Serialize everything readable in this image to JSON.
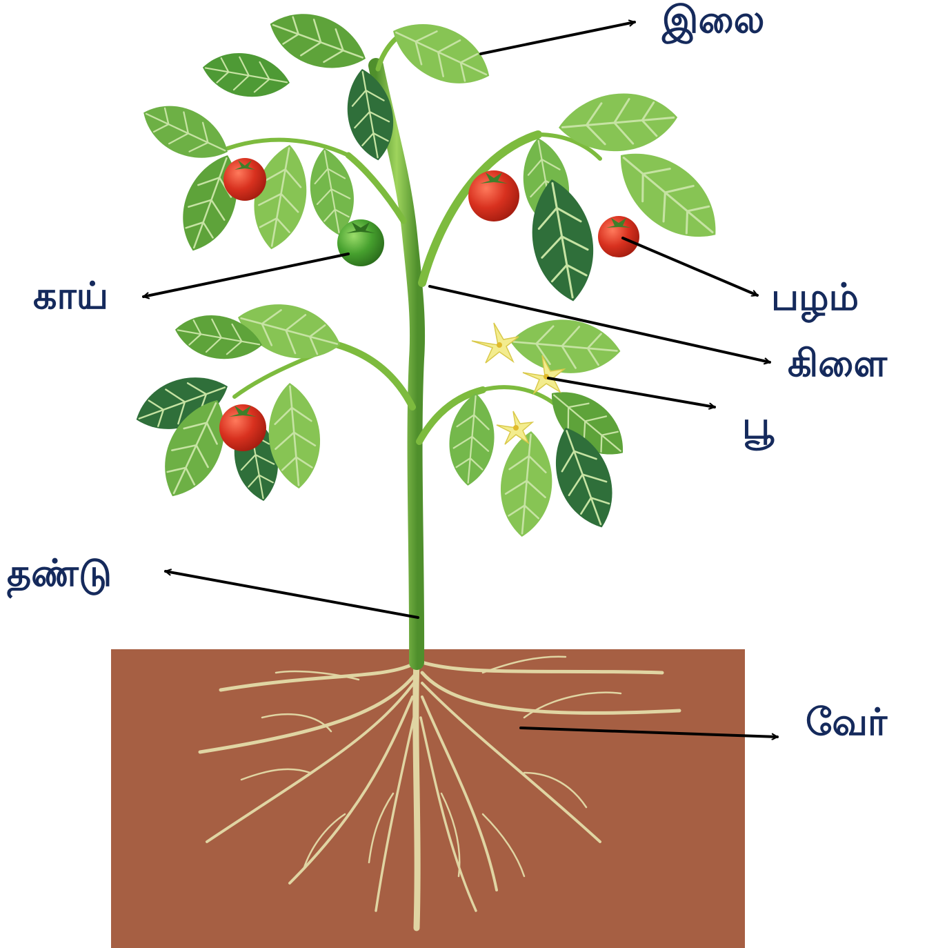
{
  "colors": {
    "label_text": "#152a5c",
    "arrow": "#000000",
    "soil": "#a65f43",
    "root": "#e0d5a3",
    "stem": "#7dbb3e",
    "stem_dark": "#4f8f2c",
    "leaf_light": "#87c454",
    "leaf_mid": "#5ea33a",
    "leaf_dark": "#2f6f3a",
    "leaf_vein": "#c6e3a3",
    "tomato_red": "#d8311f",
    "tomato_green": "#46a02e",
    "flower_yellow": "#f3ec8e"
  },
  "labels": {
    "leaf": "இலை",
    "unripe_fruit": "காய்",
    "fruit": "பழம்",
    "branch": "கிளை",
    "flower": "பூ",
    "stem": "தண்டு",
    "root": "வேர்"
  }
}
